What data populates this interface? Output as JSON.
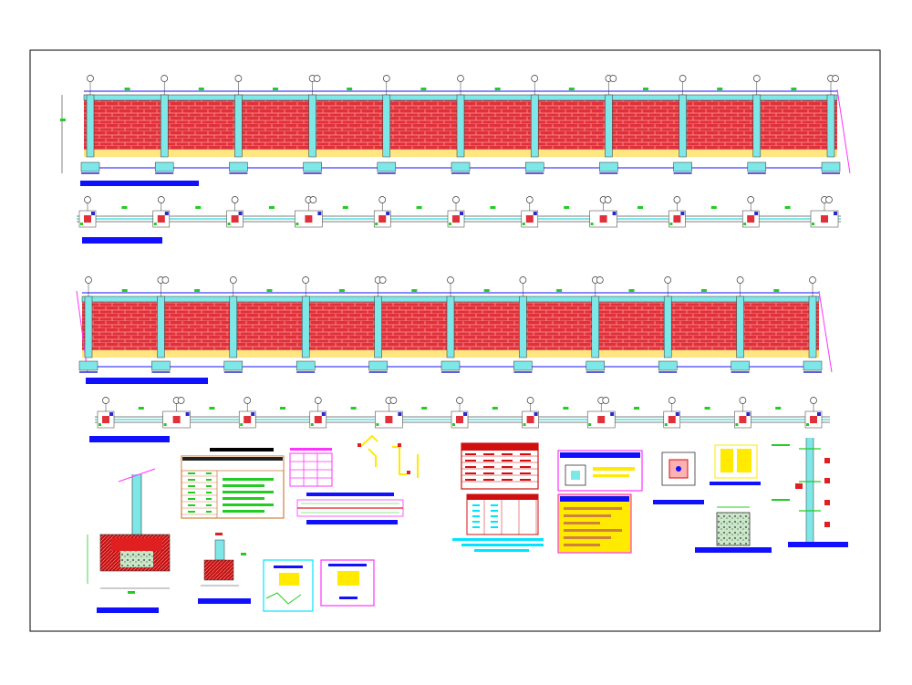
{
  "drawing": {
    "description_visible_text": "",
    "colors": {
      "brick": "#e0303a",
      "brick_mortar": "#ff9a9a",
      "column": "#7ee8e8",
      "footing": "#2a2acc",
      "marker": "#22cc22",
      "title_bar": "#1010ff",
      "table_orange": "#d08040",
      "table_red": "#d01010",
      "table_yellow": "#ffea00",
      "magenta": "#ff33ff",
      "cyan": "#00e5ff"
    },
    "elevations": [
      {
        "id": "elevation-1",
        "columns": 11,
        "paired_columns": [
          3,
          7,
          10
        ]
      },
      {
        "id": "elevation-2",
        "columns": 11,
        "paired_columns": [
          1,
          4,
          7
        ]
      }
    ],
    "plans": [
      {
        "id": "plan-1",
        "columns": 11
      },
      {
        "id": "plan-2",
        "columns": 11
      }
    ]
  }
}
